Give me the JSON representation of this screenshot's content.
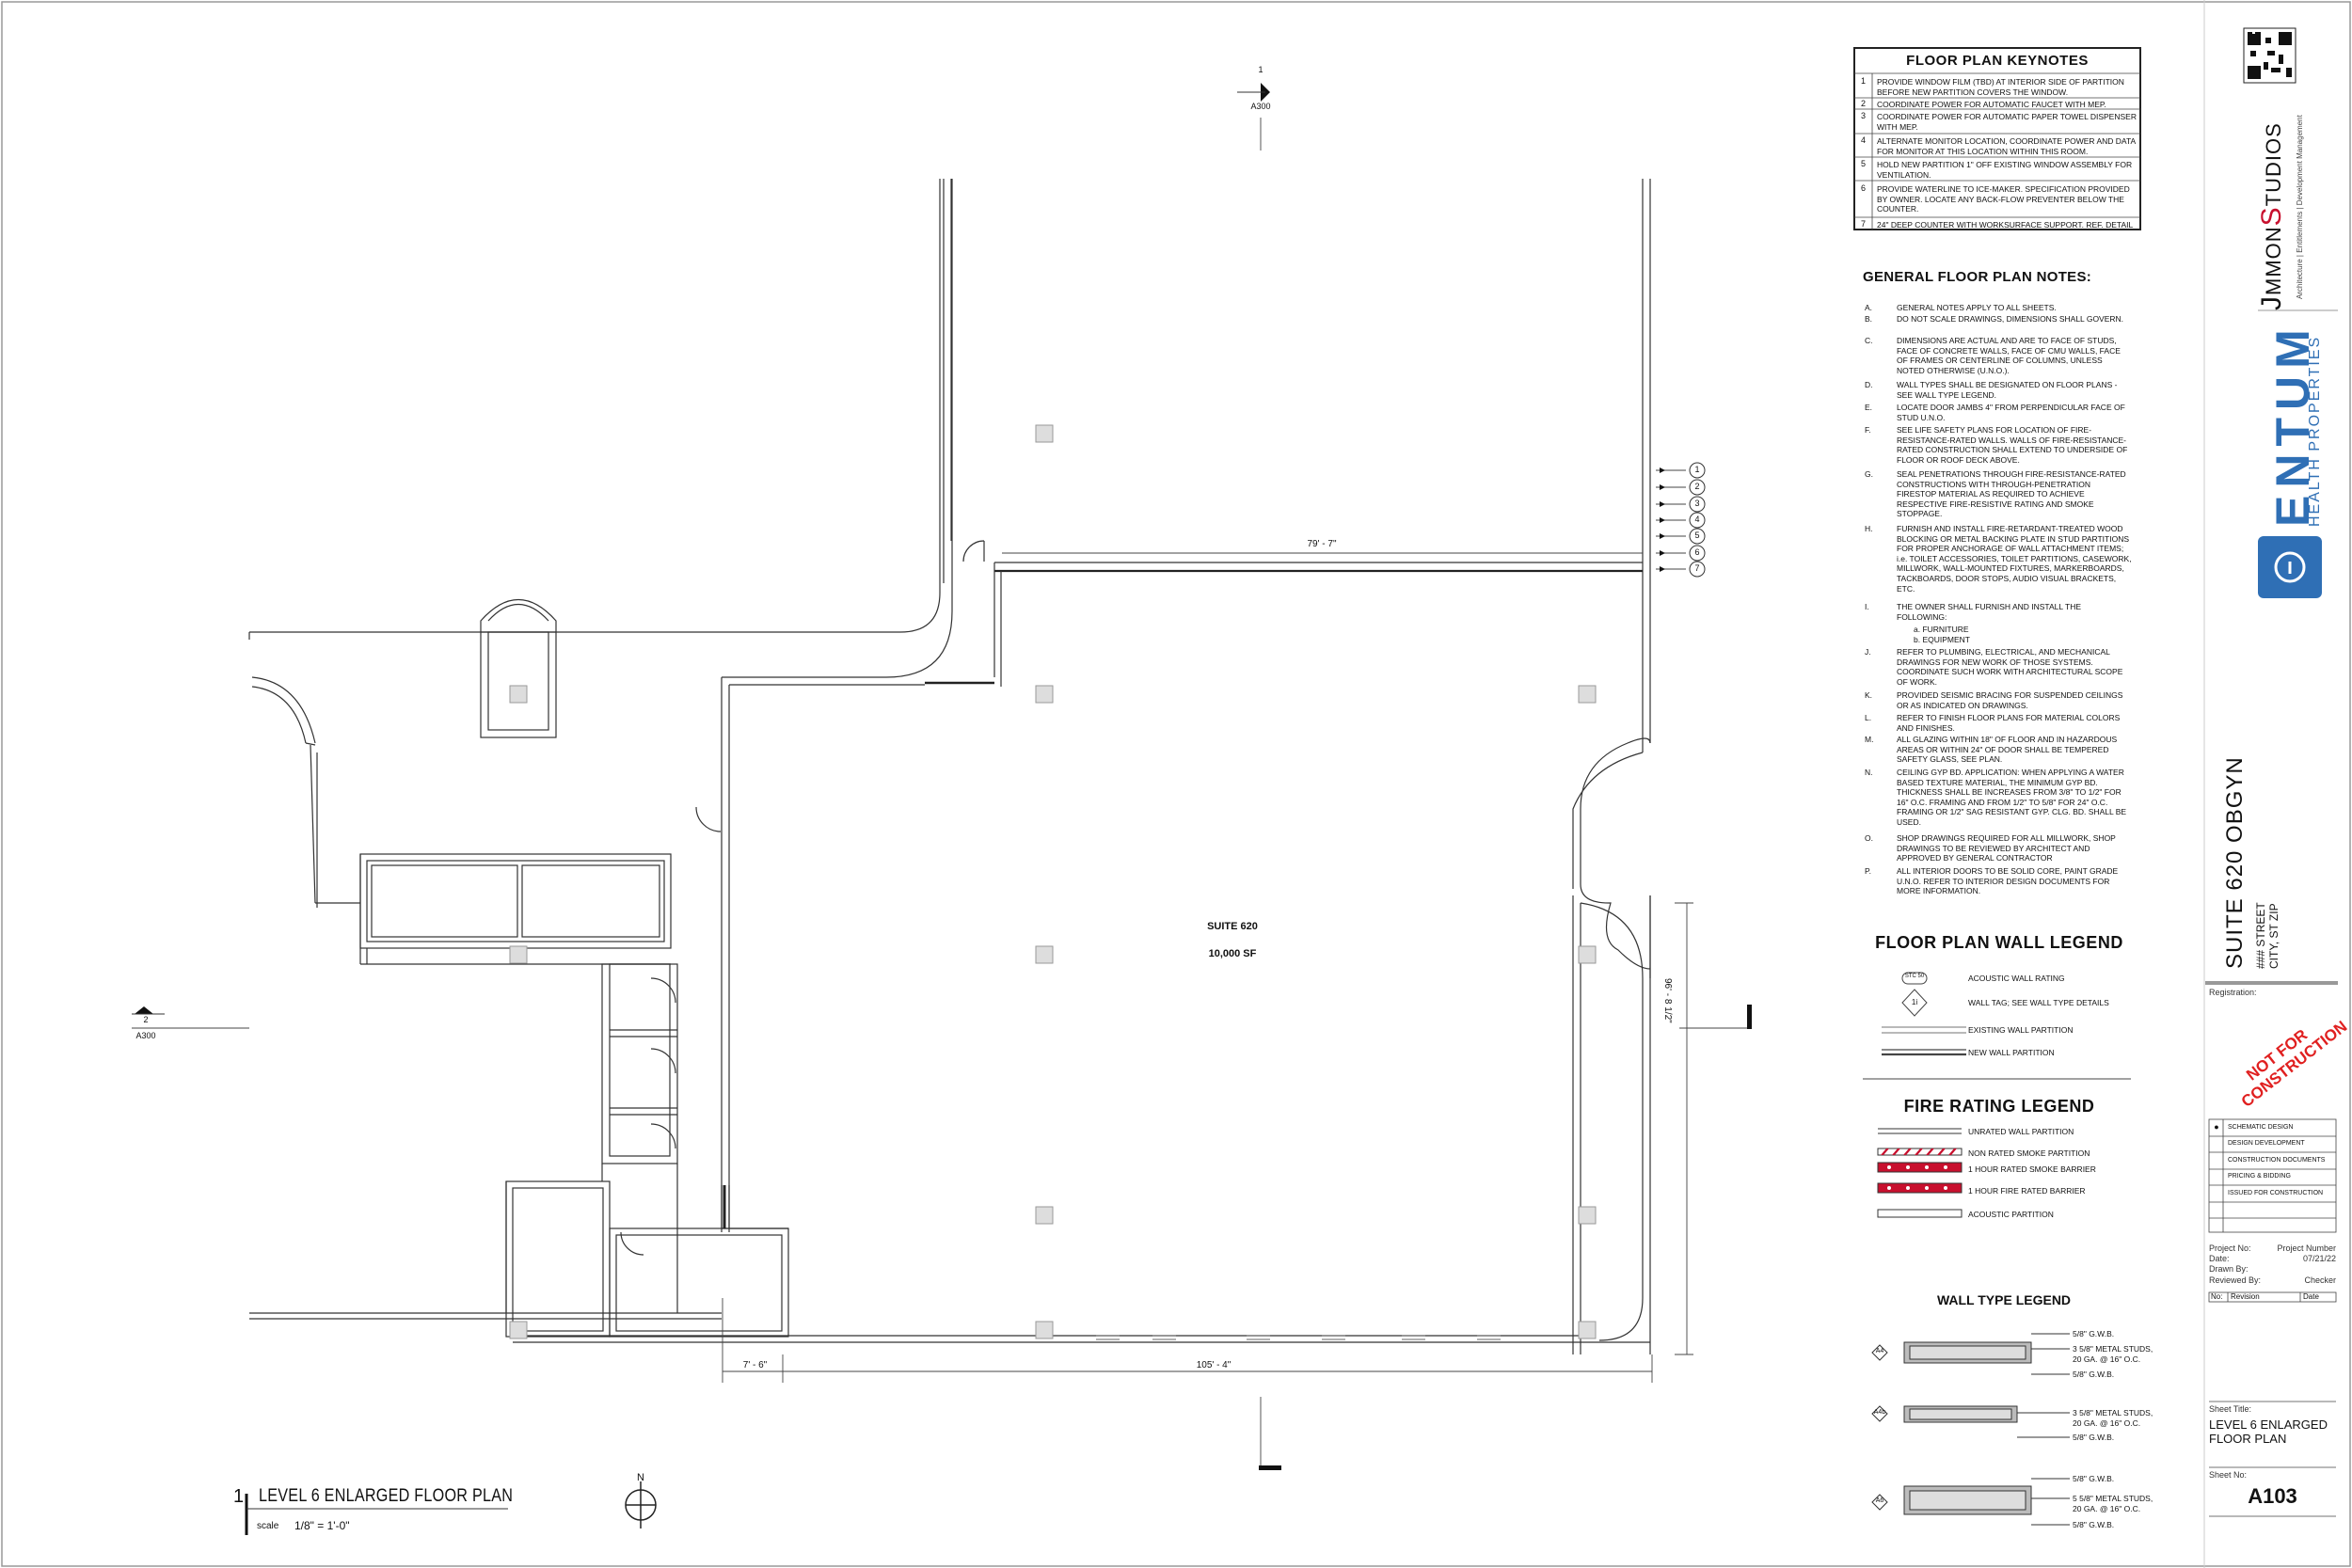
{
  "keynotes": {
    "title": "FLOOR PLAN KEYNOTES",
    "items": [
      {
        "num": "1",
        "text": "PROVIDE WINDOW FILM (TBD) AT INTERIOR SIDE OF PARTITION BEFORE NEW PARTITION COVERS THE WINDOW."
      },
      {
        "num": "2",
        "text": "COORDINATE POWER FOR AUTOMATIC FAUCET WITH MEP."
      },
      {
        "num": "3",
        "text": "COORDINATE POWER FOR AUTOMATIC PAPER TOWEL DISPENSER WITH MEP."
      },
      {
        "num": "4",
        "text": "ALTERNATE MONITOR LOCATION, COORDINATE POWER AND DATA FOR MONITOR AT THIS LOCATION WITHIN THIS ROOM."
      },
      {
        "num": "5",
        "text": "HOLD NEW PARTITION 1\" OFF EXISTING WINDOW ASSEMBLY FOR VENTILATION."
      },
      {
        "num": "6",
        "text": "PROVIDE WATERLINE TO ICE-MAKER. SPECIFICATION PROVIDED BY OWNER. LOCATE ANY BACK-FLOW PREVENTER BELOW THE COUNTER."
      },
      {
        "num": "7",
        "text": "24\" DEEP COUNTER WITH WORKSURFACE SUPPORT. REF. DETAIL"
      }
    ]
  },
  "general_notes": {
    "title": "GENERAL FLOOR PLAN NOTES:",
    "items": [
      {
        "k": "A.",
        "t": "GENERAL NOTES APPLY TO ALL SHEETS."
      },
      {
        "k": "B.",
        "t": "DO NOT SCALE DRAWINGS, DIMENSIONS SHALL GOVERN."
      },
      {
        "k": "C.",
        "t": "DIMENSIONS ARE ACTUAL AND ARE TO FACE OF STUDS, FACE OF CONCRETE WALLS, FACE OF CMU WALLS, FACE OF FRAMES OR CENTERLINE OF COLUMNS, UNLESS NOTED OTHERWISE (U.N.O.)."
      },
      {
        "k": "D.",
        "t": "WALL TYPES SHALL BE DESIGNATED ON FLOOR PLANS - SEE WALL TYPE LEGEND."
      },
      {
        "k": "E.",
        "t": "LOCATE DOOR JAMBS 4\" FROM PERPENDICULAR FACE OF STUD U.N.O."
      },
      {
        "k": "F.",
        "t": "SEE LIFE SAFETY PLANS FOR LOCATION OF FIRE-RESISTANCE-RATED WALLS. WALLS OF FIRE-RESISTANCE-RATED CONSTRUCTION SHALL EXTEND TO UNDERSIDE OF FLOOR OR ROOF DECK ABOVE."
      },
      {
        "k": "G.",
        "t": "SEAL PENETRATIONS THROUGH FIRE-RESISTANCE-RATED CONSTRUCTIONS WITH THROUGH-PENETRATION FIRESTOP MATERIAL AS REQUIRED TO ACHIEVE RESPECTIVE FIRE-RESISTIVE RATING AND SMOKE STOPPAGE."
      },
      {
        "k": "H.",
        "t": "FURNISH AND INSTALL FIRE-RETARDANT-TREATED WOOD BLOCKING OR METAL BACKING PLATE IN STUD PARTITIONS FOR PROPER ANCHORAGE OF WALL ATTACHMENT ITEMS; i.e. TOILET ACCESSORIES, TOILET PARTITIONS, CASEWORK, MILLWORK, WALL-MOUNTED FIXTURES, MARKERBOARDS, TACKBOARDS, DOOR STOPS, AUDIO VISUAL BRACKETS, ETC."
      },
      {
        "k": "I.",
        "t": "THE OWNER SHALL FURNISH AND INSTALL THE FOLLOWING:"
      },
      {
        "k": "",
        "t": "a.      FURNITURE"
      },
      {
        "k": "",
        "t": "b.      EQUIPMENT"
      },
      {
        "k": "J.",
        "t": "REFER TO PLUMBING, ELECTRICAL, AND MECHANICAL DRAWINGS FOR NEW WORK OF THOSE SYSTEMS. COORDINATE SUCH WORK WITH ARCHITECTURAL SCOPE OF WORK."
      },
      {
        "k": "K.",
        "t": "PROVIDED SEISMIC BRACING FOR SUSPENDED CEILINGS OR AS INDICATED ON DRAWINGS."
      },
      {
        "k": "L.",
        "t": "REFER TO FINISH FLOOR PLANS FOR MATERIAL COLORS AND FINISHES."
      },
      {
        "k": "M.",
        "t": "ALL GLAZING WITHIN 18\" OF FLOOR AND IN HAZARDOUS AREAS OR WITHIN 24\" OF DOOR SHALL BE TEMPERED SAFETY GLASS, SEE PLAN."
      },
      {
        "k": "N.",
        "t": "CEILING GYP BD. APPLICATION: WHEN APPLYING A WATER BASED TEXTURE MATERIAL, THE MINIMUM GYP BD. THICKNESS SHALL BE INCREASES FROM 3/8\" TO 1/2\" FOR 16\" O.C. FRAMING AND FROM 1/2\" TO 5/8\" FOR 24\" O.C. FRAMING OR 1/2\" SAG RESISTANT GYP. CLG. BD. SHALL BE USED."
      },
      {
        "k": "O.",
        "t": "SHOP DRAWINGS REQUIRED FOR ALL MILLWORK, SHOP DRAWINGS TO BE REVIEWED BY ARCHITECT AND APPROVED BY GENERAL CONTRACTOR"
      },
      {
        "k": "P.",
        "t": "ALL INTERIOR DOORS TO BE SOLID CORE, PAINT GRADE U.N.O. REFER TO INTERIOR DESIGN DOCUMENTS FOR MORE INFORMATION."
      }
    ]
  },
  "wall_legend": {
    "title": "FLOOR PLAN WALL LEGEND",
    "items": [
      "ACOUSTIC WALL RATING",
      "WALL TAG; SEE WALL TYPE DETAILS",
      "EXISTING WALL PARTITION",
      "NEW WALL PARTITION"
    ],
    "stc_tag": "STC 50",
    "wall_tag": "1i"
  },
  "fire_legend": {
    "title": "FIRE RATING LEGEND",
    "items": [
      "UNRATED WALL PARTITION",
      "NON RATED SMOKE PARTITION",
      "1 HOUR RATED SMOKE BARRIER",
      "1 HOUR FIRE RATED BARRIER",
      "ACOUSTIC PARTITION"
    ],
    "fire_color": "#c8102e"
  },
  "wall_types": {
    "title": "WALL TYPE LEGEND",
    "types": [
      {
        "tag": "A4",
        "labels": [
          "5/8\" G.W.B.",
          "3 5/8\" METAL STUDS,",
          "20 GA. @ 16\" O.C.",
          "5/8\" G.W.B."
        ]
      },
      {
        "tag": "A4b",
        "labels": [
          "3 5/8\" METAL STUDS,",
          "20 GA. @ 16\" O.C.",
          "5/8\" G.W.B."
        ]
      },
      {
        "tag": "A6",
        "labels": [
          "5/8\" G.W.B.",
          "5 5/8\" METAL STUDS,",
          "20 GA. @ 16\" O.C.",
          "5/8\" G.W.B."
        ]
      }
    ]
  },
  "plan": {
    "suite_name": "SUITE 620",
    "suite_area": "10,000 SF",
    "dim_top": "79' - 7\"",
    "dim_right": "96' - 8 1/2\"",
    "dim_bottom_left": "7' - 6\"",
    "dim_bottom_main": "105' - 4\"",
    "section_top_num": "1",
    "section_top_sheet": "A300",
    "section_left_num": "2",
    "section_left_sheet": "A300",
    "keynote_tags": [
      "1",
      "2",
      "3",
      "4",
      "5",
      "6",
      "7"
    ],
    "drawing_number": "1",
    "drawing_title": "LEVEL 6 ENLARGED FLOOR PLAN",
    "scale_label": "scale",
    "scale_value": "1/8\" = 1'-0\"",
    "north": "N"
  },
  "titleblock": {
    "firm_name_part1": "J",
    "firm_name_part2": "MMON",
    "firm_name_part3": "S",
    "firm_name_part4": "TUDIOS",
    "firm_tagline": "Architecture | Entitlements | Development Management",
    "client_name": "ENTUM",
    "client_sub": "HEALTH PROPERTIES",
    "brand_color": "#2f6fb5",
    "project_title": "SUITE 620 OBGYN",
    "address_1": "### STREET",
    "address_2": "CITY, ST ZIP",
    "registration_label": "Registration:",
    "stamp": "NOT FOR CONSTRUCTION",
    "stamp_color": "#e02020",
    "phases": [
      "SCHEMATIC DESIGN",
      "DESIGN DEVELOPMENT",
      "CONSTRUCTION DOCUMENTS",
      "PRICING & BIDDING",
      "ISSUED FOR CONSTRUCTION"
    ],
    "phase_marker": "●",
    "project_no_label": "Project No:",
    "project_no_value": "Project Number",
    "date_label": "Date:",
    "date_value": "07/21/22",
    "drawn_label": "Drawn By:",
    "drawn_value": "",
    "reviewed_label": "Reviewed By:",
    "reviewed_value": "Checker",
    "rev_no": "No:",
    "rev_revision": "Revision",
    "rev_date": "Date",
    "sheet_title_label": "Sheet Title:",
    "sheet_title_1": "LEVEL 6 ENLARGED",
    "sheet_title_2": "FLOOR PLAN",
    "sheet_no_label": "Sheet No:",
    "sheet_no": "A103"
  }
}
